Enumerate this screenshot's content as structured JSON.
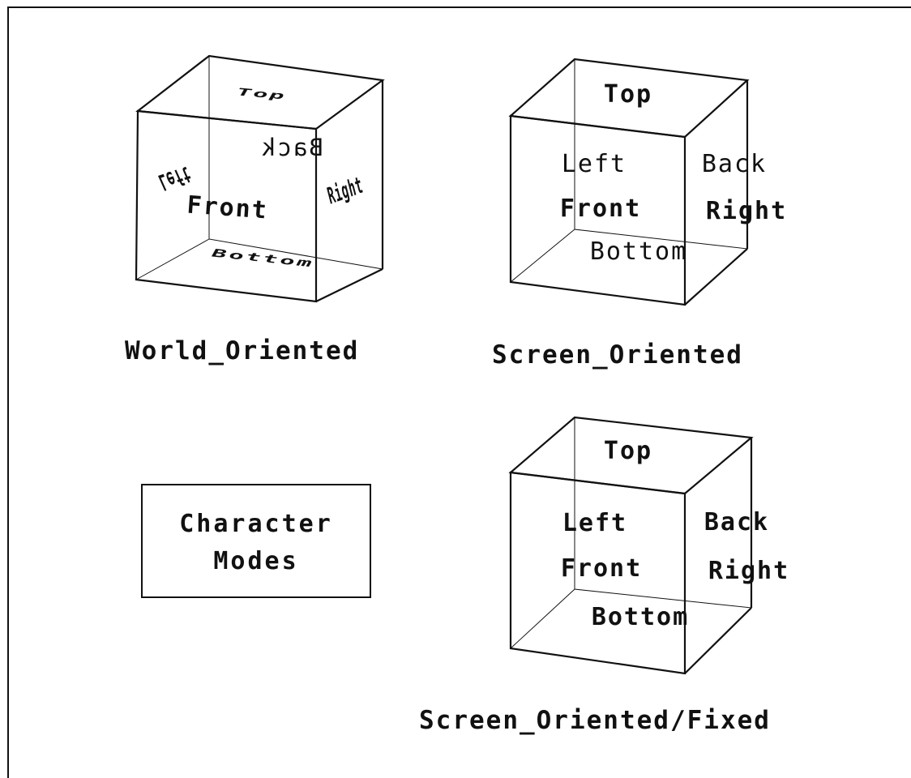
{
  "panels": {
    "world": {
      "caption": "World_Oriented",
      "faces": {
        "top": "Top",
        "back": "Back",
        "left": "Left",
        "front": "Front",
        "right": "Right",
        "bottom": "Bottom"
      }
    },
    "screen": {
      "caption": "Screen_Oriented",
      "faces": {
        "top": "Top",
        "left": "Left",
        "back": "Back",
        "front": "Front",
        "right": "Right",
        "bottom": "Bottom"
      }
    },
    "fixed": {
      "caption": "Screen_Oriented/Fixed",
      "faces": {
        "top": "Top",
        "left": "Left",
        "back": "Back",
        "front": "Front",
        "right": "Right",
        "bottom": "Bottom"
      }
    }
  },
  "modes_box": {
    "line1": "Character",
    "line2": "Modes"
  }
}
